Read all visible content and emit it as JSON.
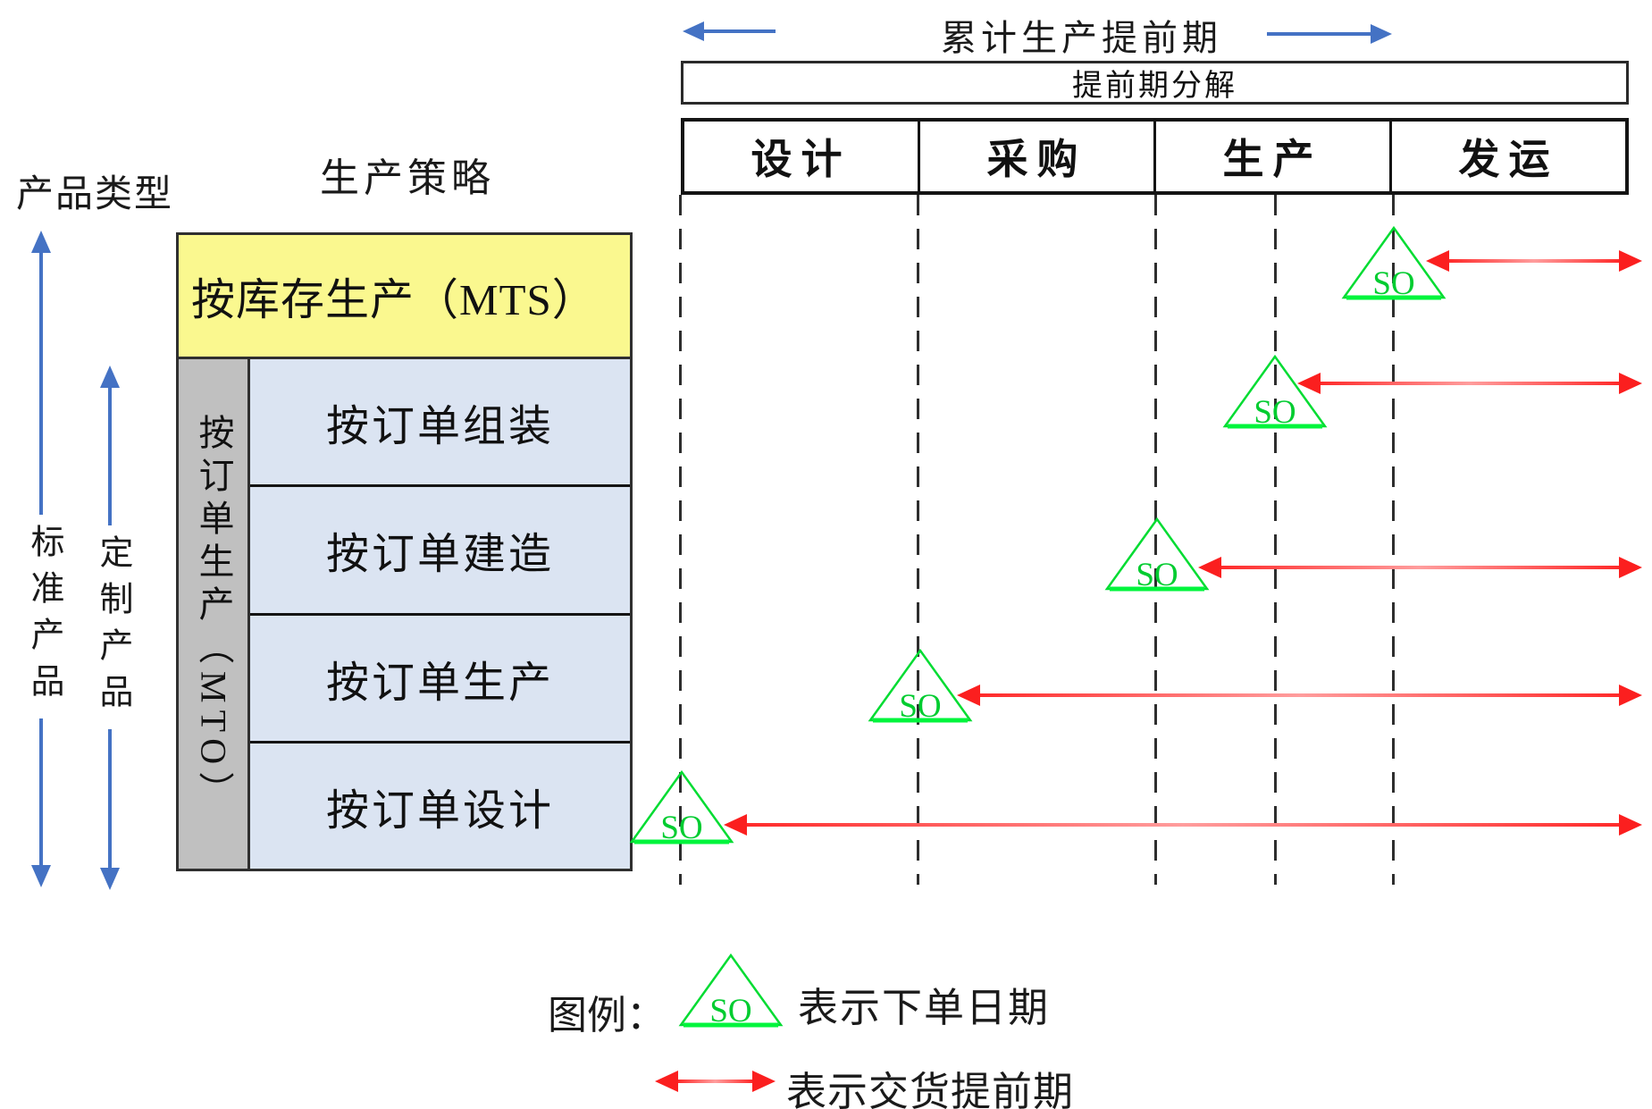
{
  "header": {
    "cumulative_lead_time_label": "累计生产提前期",
    "decomposition_label": "提前期分解",
    "phase_columns": [
      "设计",
      "采购",
      "生产",
      "发运"
    ]
  },
  "left_axis": {
    "product_type_label": "产品类型",
    "standard_product_label": "标准产品",
    "custom_product_label": "定制产品"
  },
  "strategy_panel": {
    "strategy_label": "生产策略",
    "mts_label": "按库存生产（MTS）",
    "mto_label": "按订单生产（MTO）",
    "mto_rows": [
      {
        "label": "按订单组装"
      },
      {
        "label": "按订单建造"
      },
      {
        "label": "按订单生产"
      },
      {
        "label": "按订单设计"
      }
    ]
  },
  "markers": {
    "so_label": "SO"
  },
  "legend": {
    "title": "图例：",
    "so_label": "SO",
    "so_description": "表示下单日期",
    "arrow_description": "表示交货提前期"
  },
  "colors": {
    "accent_blue": "#4472C4",
    "marker_green": "#00DC32",
    "arrow_red": "#FB1F1F",
    "mts_yellow": "#FAF88F",
    "mto_gray": "#C0C0C0",
    "row_blue": "#DBE4F2"
  }
}
